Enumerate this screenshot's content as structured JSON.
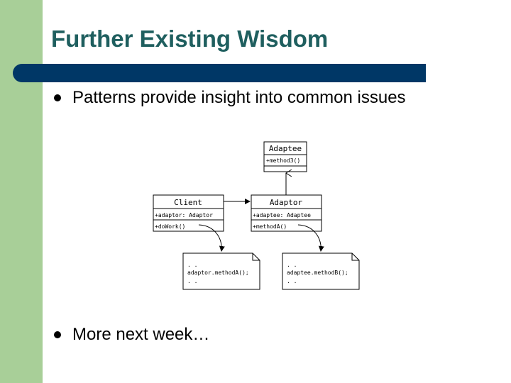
{
  "slide": {
    "title": "Further Existing Wisdom",
    "bullets": [
      "Patterns provide insight into common issues",
      "More next week…"
    ]
  },
  "diagram": {
    "adaptee": {
      "name": "Adaptee",
      "member": "+method3()"
    },
    "client": {
      "name": "Client",
      "attribute": "+adaptor: Adaptor",
      "method": "+doWork()"
    },
    "adaptor": {
      "name": "Adaptor",
      "attribute": "+adaptee: Adaptee",
      "method": "+methodA()"
    },
    "note_client": {
      "line1": ". .",
      "line2": "adaptor.methodA();",
      "line3": ". ."
    },
    "note_adaptor": {
      "line1": ". .",
      "line2": "adaptee.methodB();",
      "line3": ". ."
    }
  },
  "colors": {
    "title": "#1f5f5f",
    "title_bar": "#003766",
    "left_band": "#a8cf98"
  }
}
